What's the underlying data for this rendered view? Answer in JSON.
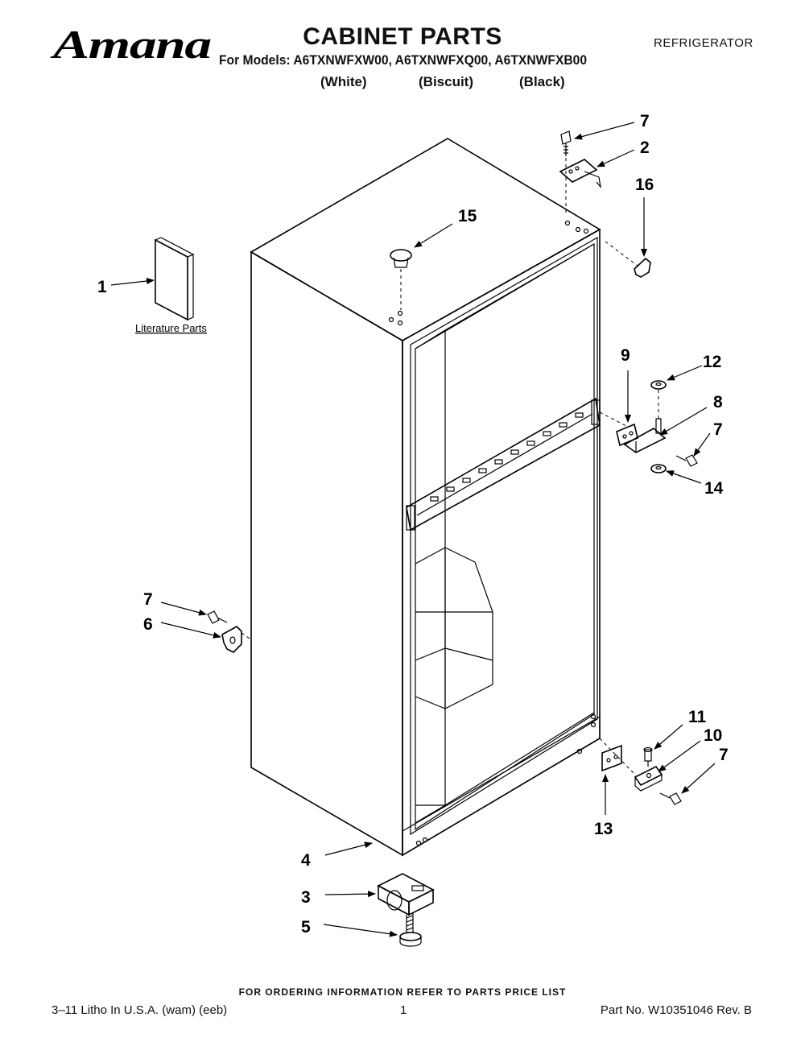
{
  "header": {
    "brand": "Amana",
    "title": "CABINET PARTS",
    "section": "REFRIGERATOR",
    "models_line": "For Models: A6TXNWFXW00, A6TXNWFXQ00, A6TXNWFXB00",
    "colors": [
      "(White)",
      "(Biscuit)",
      "(Black)"
    ]
  },
  "diagram": {
    "literature_label": "Literature Parts",
    "callouts": {
      "c1": "1",
      "c2": "2",
      "c3": "3",
      "c4": "4",
      "c5": "5",
      "c6": "6",
      "c7a": "7",
      "c7b": "7",
      "c7c": "7",
      "c7d": "7",
      "c8": "8",
      "c9": "9",
      "c10": "10",
      "c11": "11",
      "c12": "12",
      "c13": "13",
      "c14": "14",
      "c15": "15",
      "c16": "16"
    }
  },
  "footer": {
    "ordering_note": "FOR ORDERING INFORMATION REFER TO PARTS PRICE LIST",
    "litho": "3–11 Litho In U.S.A. (wam) (eeb)",
    "page": "1",
    "part_no": "Part No. W10351046 Rev. B"
  }
}
